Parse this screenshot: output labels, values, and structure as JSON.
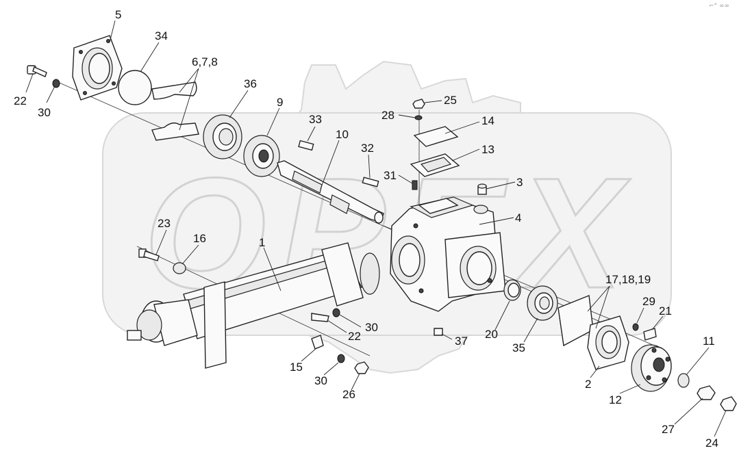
{
  "watermark": {
    "text": "OPEX"
  },
  "corner_mark": "⌐° ∞∞",
  "labels": [
    {
      "id": "5",
      "text": "5"
    },
    {
      "id": "34",
      "text": "34"
    },
    {
      "id": "678",
      "text": "6,7,8"
    },
    {
      "id": "22a",
      "text": "22"
    },
    {
      "id": "30a",
      "text": "30"
    },
    {
      "id": "36",
      "text": "36"
    },
    {
      "id": "9",
      "text": "9"
    },
    {
      "id": "33",
      "text": "33"
    },
    {
      "id": "10",
      "text": "10"
    },
    {
      "id": "32",
      "text": "32"
    },
    {
      "id": "25",
      "text": "25"
    },
    {
      "id": "28",
      "text": "28"
    },
    {
      "id": "14",
      "text": "14"
    },
    {
      "id": "13",
      "text": "13"
    },
    {
      "id": "31",
      "text": "31"
    },
    {
      "id": "3",
      "text": "3"
    },
    {
      "id": "4",
      "text": "4"
    },
    {
      "id": "23",
      "text": "23"
    },
    {
      "id": "16",
      "text": "16"
    },
    {
      "id": "1",
      "text": "1"
    },
    {
      "id": "171819",
      "text": "17,18,19"
    },
    {
      "id": "29",
      "text": "29"
    },
    {
      "id": "21",
      "text": "21"
    },
    {
      "id": "30b",
      "text": "30"
    },
    {
      "id": "22b",
      "text": "22"
    },
    {
      "id": "20",
      "text": "20"
    },
    {
      "id": "37",
      "text": "37"
    },
    {
      "id": "35",
      "text": "35"
    },
    {
      "id": "15",
      "text": "15"
    },
    {
      "id": "30c",
      "text": "30"
    },
    {
      "id": "26",
      "text": "26"
    },
    {
      "id": "2",
      "text": "2"
    },
    {
      "id": "12",
      "text": "12"
    },
    {
      "id": "11",
      "text": "11"
    },
    {
      "id": "27",
      "text": "27"
    },
    {
      "id": "24",
      "text": "24"
    }
  ]
}
